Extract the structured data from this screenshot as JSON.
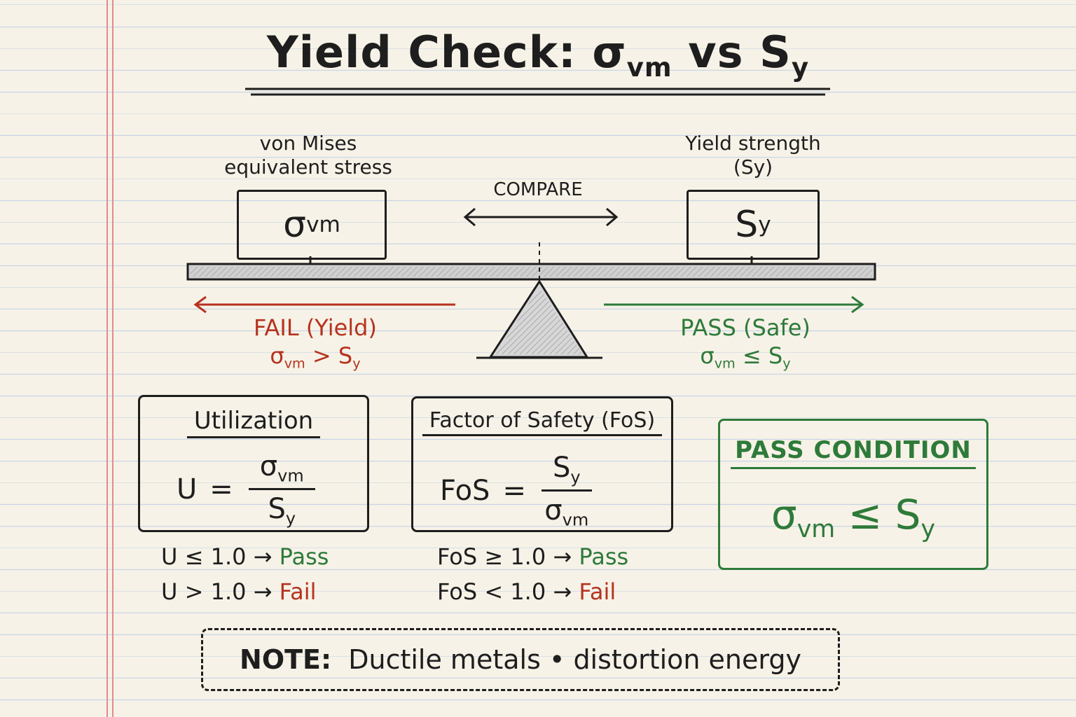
{
  "title": {
    "main": "Yield Check: σ",
    "sub": "vm",
    "rest": " vs S",
    "sub2": "y"
  },
  "scale": {
    "left_label_1": "von Mises",
    "left_label_2": "equivalent stress",
    "left_box_main": "σ",
    "left_box_sub": "vm",
    "right_label_1": "Yield strength",
    "right_label_2": "(Sy)",
    "right_box_main": "S",
    "right_box_sub": "y",
    "compare_label": "COMPARE"
  },
  "fail": {
    "label": "FAIL (Yield)",
    "cond_main": "σ",
    "cond_sub": "vm",
    "cond_rest": " > S",
    "cond_sub2": "y",
    "color": "#b5331f"
  },
  "pass": {
    "label": "PASS (Safe)",
    "cond_main": "σ",
    "cond_sub": "vm",
    "cond_rest": " ≤ S",
    "cond_sub2": "y",
    "color": "#2e7a3a"
  },
  "utilization": {
    "title": "Utilization",
    "lhs": "U",
    "eq": "=",
    "num_main": "σ",
    "num_sub": "vm",
    "den_main": "S",
    "den_sub": "y",
    "rule_pass_cond": "U ≤ 1.0  →",
    "rule_pass_result": "Pass",
    "rule_fail_cond": "U > 1.0  →",
    "rule_fail_result": "Fail"
  },
  "fos": {
    "title": "Factor of Safety (FoS)",
    "lhs": "FoS",
    "eq": "=",
    "num_main": "S",
    "num_sub": "y",
    "den_main": "σ",
    "den_sub": "vm",
    "rule_pass_cond": "FoS ≥ 1.0  →",
    "rule_pass_result": "Pass",
    "rule_fail_cond": "FoS < 1.0  →",
    "rule_fail_result": "Fail"
  },
  "pass_condition": {
    "title": "PASS CONDITION",
    "main": "σ",
    "sub": "vm",
    "rest": " ≤ S",
    "sub2": "y"
  },
  "note": {
    "label": "NOTE:",
    "text": "Ductile metals • distortion energy"
  }
}
